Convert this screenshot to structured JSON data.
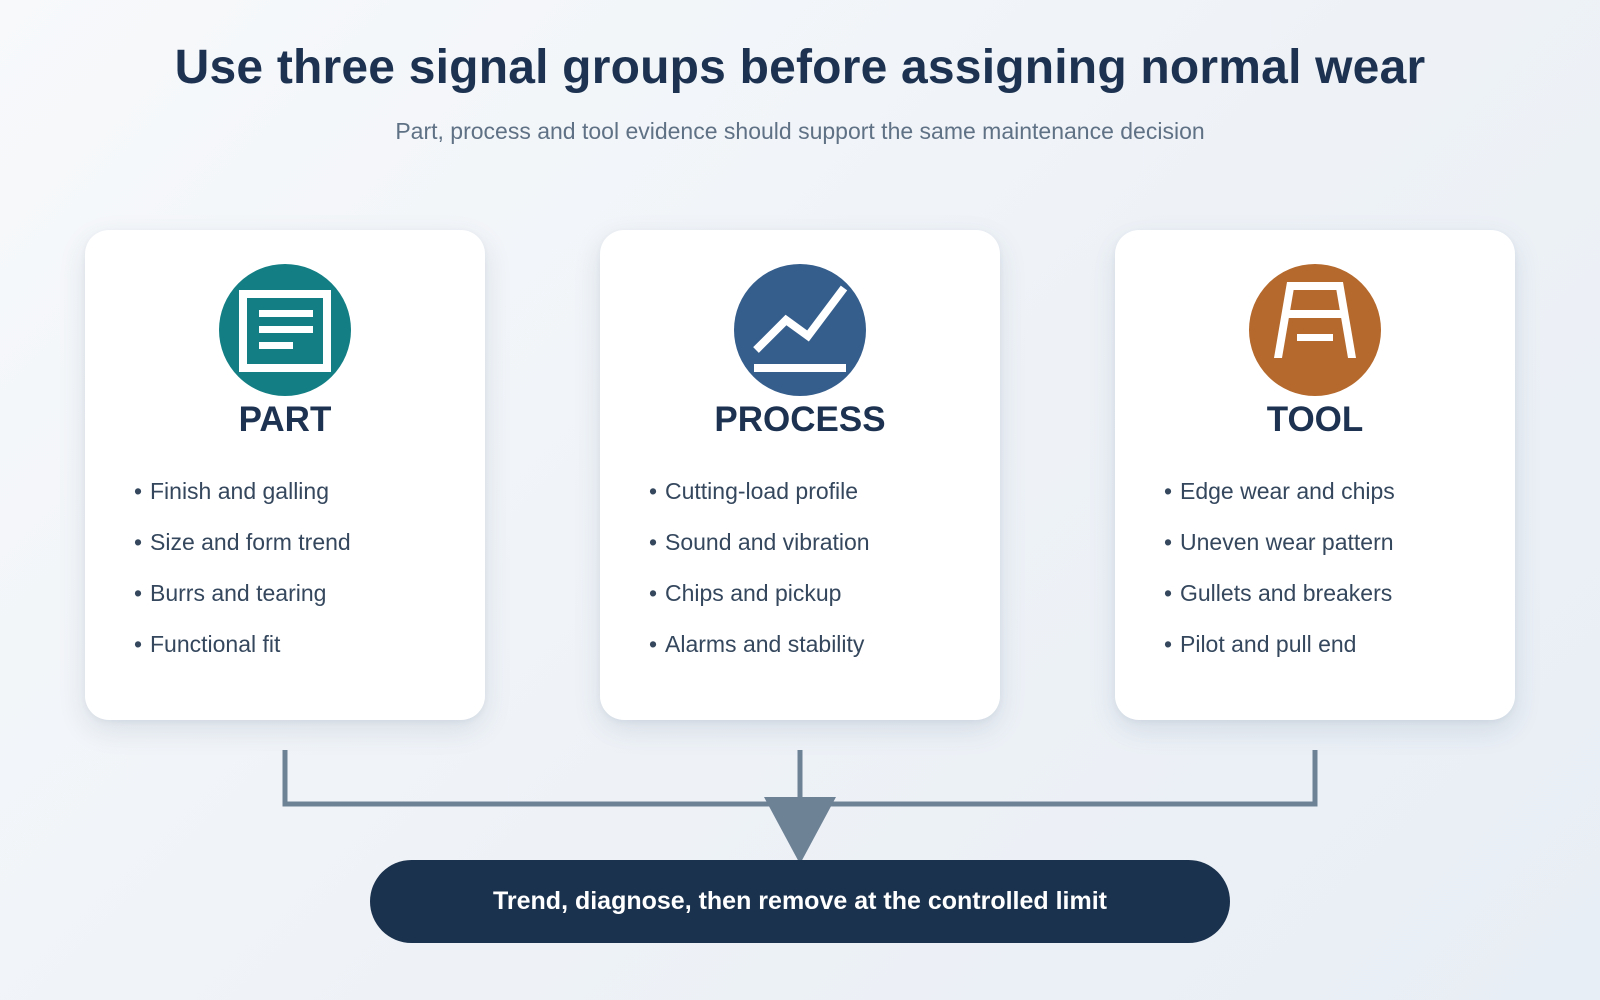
{
  "header": {
    "title": "Use three signal groups before assigning normal wear",
    "subtitle": "Part, process and tool evidence should support the same maintenance decision"
  },
  "cards": [
    {
      "title": "PART",
      "icon": "document-icon",
      "color": "#137f84",
      "items": [
        "Finish and galling",
        "Size and form trend",
        "Burrs and tearing",
        "Functional fit"
      ]
    },
    {
      "title": "PROCESS",
      "icon": "trend-chart-icon",
      "color": "#355e8d",
      "items": [
        "Cutting-load profile",
        "Sound and vibration",
        "Chips and pickup",
        "Alarms and stability"
      ]
    },
    {
      "title": "TOOL",
      "icon": "tool-frame-icon",
      "color": "#b5692c",
      "items": [
        "Edge wear and chips",
        "Uneven wear pattern",
        "Gullets and breakers",
        "Pilot and pull end"
      ]
    }
  ],
  "conclusion": {
    "text": "Trend, diagnose, then remove at the controlled limit"
  },
  "colors": {
    "heading": "#1c3250",
    "connector": "#6e8296",
    "banner": "#1b324e"
  }
}
